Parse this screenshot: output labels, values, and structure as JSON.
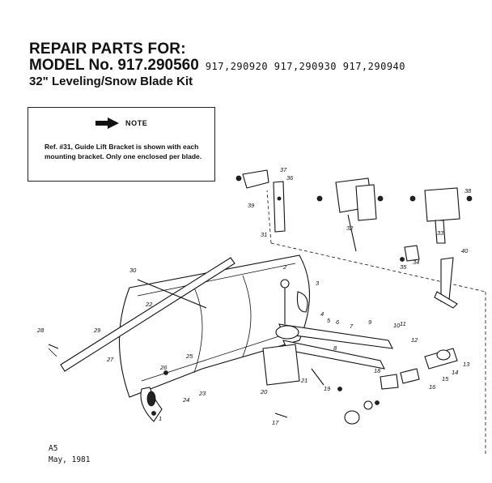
{
  "header": {
    "line1": "REPAIR PARTS FOR:",
    "model_prefix": "MODEL No. 917.290560",
    "model_alts": "917,290920   917,290930   917,290940",
    "line3": "32\" Leveling/Snow Blade Kit"
  },
  "note": {
    "label": "NOTE",
    "body": "Ref. #31,  Guide Lift Bracket is shown with each mounting bracket. Only one enclosed per blade."
  },
  "footer": {
    "code": "A5",
    "date": "May,  1981"
  },
  "callouts": [
    "1",
    "2",
    "3",
    "4",
    "5",
    "6",
    "7",
    "8",
    "9",
    "10",
    "11",
    "12",
    "13",
    "14",
    "15",
    "16",
    "17",
    "18",
    "19",
    "20",
    "21",
    "22",
    "23",
    "24",
    "25",
    "26",
    "27",
    "28",
    "29",
    "30",
    "31",
    "32",
    "33",
    "34",
    "35",
    "36",
    "37",
    "38",
    "39",
    "40"
  ]
}
